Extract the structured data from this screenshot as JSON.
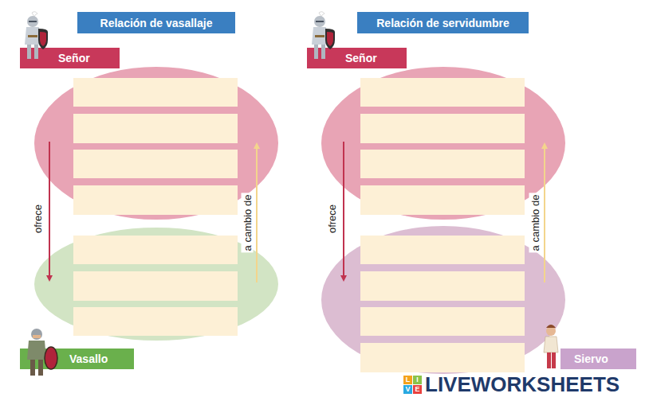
{
  "diagram": {
    "nodes": [
      {
        "text": [
          "Relación de vasallaje"
        ]
      },
      {
        "text": [
          "Señor"
        ]
      },
      {
        "text": [
          "Vasallo"
        ]
      },
      {
        "text": [
          "Relación de servidumbre"
        ]
      },
      {
        "text": [
          "Señor"
        ]
      },
      {
        "text": [
          "Siervo"
        ]
      }
    ],
    "labels": [
      "ofrece",
      "a cambio de",
      "ofrece",
      "a cambio de",
      "L",
      "I",
      "V",
      "E",
      "LIVEWORKSHEETS"
    ]
  }
}
